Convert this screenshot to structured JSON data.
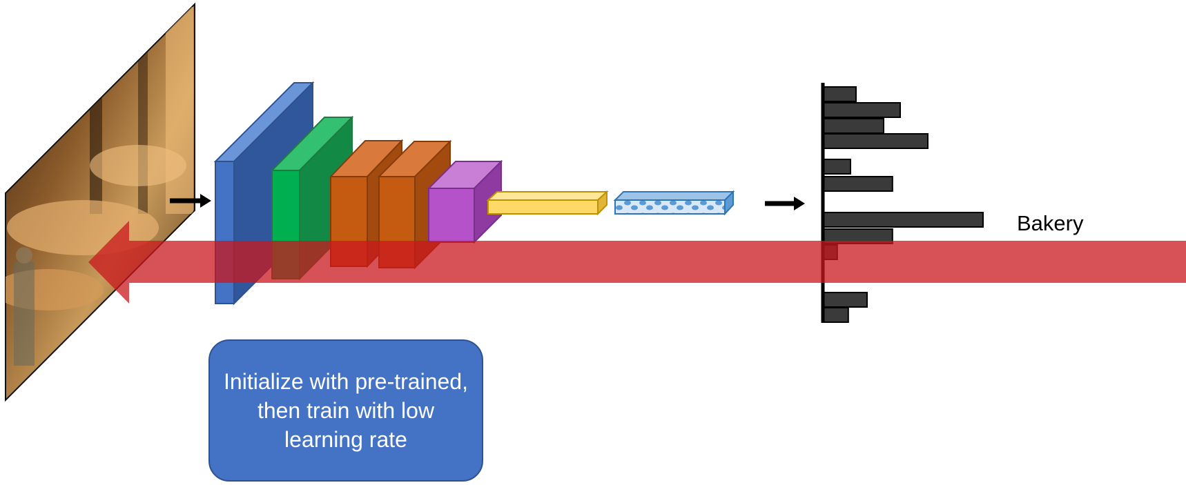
{
  "callout": {
    "text": "Initialize with pre-trained, then train with low learning rate"
  },
  "output": {
    "top_class_label": "Bakery",
    "scores": [
      0.3,
      0.7,
      0.55,
      0.95,
      0.25,
      0.63,
      1.45,
      0.63,
      0.13,
      0,
      0.4,
      0.23
    ]
  },
  "image": {
    "description_icon": "bakery-photo"
  },
  "colors": {
    "gradient_arrow": "#c9181e",
    "callout_fill": "#4472c4",
    "conv1": "#4472c4",
    "conv2": "#00b050",
    "conv3": "#c55a11",
    "conv4": "#c55a11",
    "conv5": "#b552c9",
    "fc": "#ffd966",
    "features": "#5b9bd5",
    "bars": "#3a3a3a"
  }
}
